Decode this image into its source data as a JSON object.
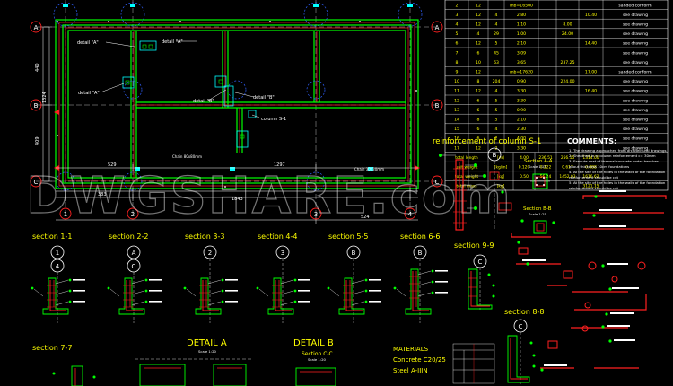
{
  "grid_rows": [
    "A",
    "B",
    "C"
  ],
  "grid_cols_bottom": [
    "1",
    "2",
    "3",
    "4"
  ],
  "plan_details": {
    "detail_a_1": "detail \"A\"",
    "detail_a_2": "detail \"A\"",
    "detail_a_3": "detail \"A\"",
    "detail_b_1": "detail \"B\"",
    "detail_b_2": "detail \"B\"",
    "column": "column S-1"
  },
  "plan_dims": {
    "left_top": "440",
    "left_mid": "1324",
    "left_bot": "409",
    "bottom_a": "529",
    "bottom_b": "1297",
    "bottom_c": "383",
    "bottom_total": "1843",
    "bottom_right": "524",
    "chain_a": "Chain 80x80mm",
    "chain_b": "Chain 30x30mm"
  },
  "table": {
    "rows": [
      [
        "2",
        "12",
        "",
        "mb=16500",
        "",
        "",
        "",
        "sanded conform"
      ],
      [
        "3",
        "12",
        "4",
        "2.80",
        "",
        "",
        "10.40",
        "see drawing"
      ],
      [
        "4",
        "12",
        "4",
        "1.10",
        "",
        "8.00",
        "",
        "see drawing"
      ],
      [
        "5",
        "4",
        "29",
        "1.00",
        "",
        "24.00",
        "",
        "see drawing"
      ],
      [
        "6",
        "12",
        "5",
        "2.10",
        "",
        "",
        "14.40",
        "see drawing"
      ],
      [
        "7",
        "6",
        "45",
        "3.09",
        "",
        "",
        "",
        "see drawing"
      ],
      [
        "8",
        "10",
        "63",
        "3.65",
        "",
        "237.25",
        "",
        "see drawing"
      ],
      [
        "9",
        "12",
        "",
        "mb=17620",
        "",
        "",
        "17.00",
        "sanded conform"
      ],
      [
        "10",
        "8",
        "204",
        "0.90",
        "",
        "224.00",
        "",
        "see drawing"
      ],
      [
        "11",
        "12",
        "4",
        "3.30",
        "",
        "",
        "16.40",
        "see drawing"
      ],
      [
        "12",
        "6",
        "5",
        "3.30",
        "",
        "",
        "",
        "see drawing"
      ],
      [
        "13",
        "6",
        "5",
        "0.90",
        "",
        "",
        "",
        "see drawing"
      ],
      [
        "14",
        "8",
        "5",
        "2.10",
        "",
        "",
        "",
        "see drawing"
      ],
      [
        "15",
        "6",
        "4",
        "2.30",
        "",
        "",
        "",
        "see drawing"
      ],
      [
        "16",
        "6",
        "2",
        "4.00",
        "",
        "",
        "",
        "see drawing"
      ],
      [
        "17",
        "12",
        "2",
        "3.30",
        "",
        "",
        "",
        "see drawing"
      ]
    ],
    "footer": [
      [
        "total length",
        "[m]",
        "4.00",
        "236.51",
        "256.15",
        "1314.00"
      ],
      [
        "unit weight",
        "[kg/m]",
        "0.120",
        "0.222",
        "0.617",
        "0.888"
      ],
      [
        "total weight",
        "[kg]",
        "0.50",
        "56.24",
        "1452.03",
        "1616.62"
      ],
      [
        "total mass",
        "[kg]",
        "",
        "",
        "",
        "3121.15"
      ]
    ]
  },
  "reinforcement_title": "reinforcement of column S-1",
  "col_marker": "B",
  "section_aa": "Section A-A",
  "section_aa_scale": "Scale 1:25",
  "section_bb": "Section B-B",
  "section_bb_scale": "Scale 1:25",
  "comments": {
    "title": "COMMENTS:",
    "lines": [
      "1. The drawing approached from architectural drawings",
      "2. Sheathed in a column reinforcement c= 30mm",
      "3. Execute coat of thermal concrete under benches",
      "   about thickness 10cm foundations",
      "4. At the site of the holes in the walls of the foundation",
      "   reinforcement should be cut",
      "5. At the site of the holes in the walls of the foundation",
      "   reinforcement should be cut"
    ]
  },
  "watermark": "DWGSHARE.com",
  "sections": [
    {
      "title": "section 1-1",
      "top": "1",
      "bot": "4"
    },
    {
      "title": "section 2-2",
      "top": "A",
      "bot": "C"
    },
    {
      "title": "section 3-3",
      "top": "2",
      "bot": ""
    },
    {
      "title": "section 4-4",
      "top": "3",
      "bot": ""
    },
    {
      "title": "section 5-5",
      "top": "B",
      "bot": ""
    },
    {
      "title": "section 6-6",
      "top": "B",
      "bot": ""
    }
  ],
  "section_9": {
    "title": "section 9-9",
    "marker": "C"
  },
  "section_8": {
    "title": "section 8-8",
    "marker": "C"
  },
  "section_7": {
    "title": "section 7-7"
  },
  "detail_a": {
    "title": "DETAIL A",
    "scale": "Scale 1:20"
  },
  "detail_b": {
    "title": "DETAIL B",
    "sub": "Section C-C",
    "scale": "Scale 1:20"
  },
  "materials": {
    "title": "MATERIALS",
    "concrete": "Concrete  C20/25",
    "steel": "Steel  A-IIIN"
  },
  "colors": {
    "background": "#000000",
    "wall": "#00ff00",
    "rebar": "#ff2020",
    "grid": "#00ffff",
    "text": "#ffff00",
    "axis_circle": "#ff2020",
    "dim": "#ffffff"
  }
}
